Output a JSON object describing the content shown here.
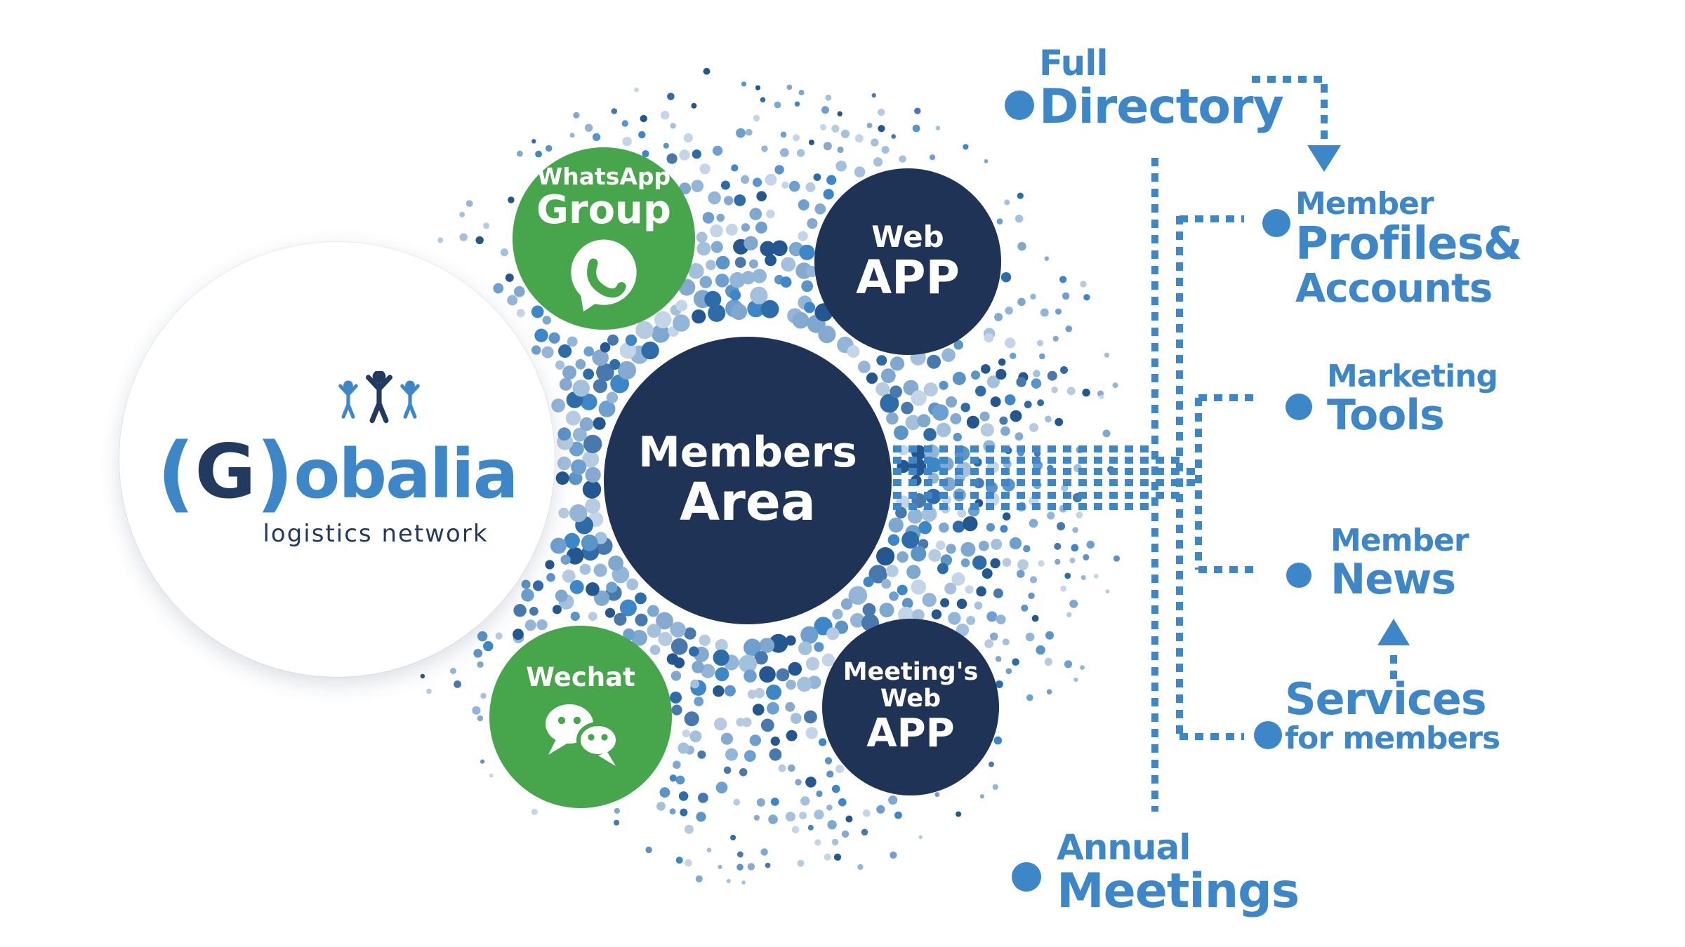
{
  "logo": {
    "paren_open": "(",
    "initial": "G",
    "paren_close": ")",
    "name_rest": "obalia",
    "tagline": "logistics network"
  },
  "hub": {
    "line1": "Members",
    "line2": "Area"
  },
  "satellites": {
    "whatsapp": {
      "line1": "WhatsApp",
      "line2": "Group"
    },
    "webapp": {
      "line1": "Web",
      "line2": "APP"
    },
    "wechat": {
      "line1": "Wechat"
    },
    "meetings_webapp": {
      "line1": "Meeting's",
      "line2": "Web",
      "line3": "APP"
    }
  },
  "features": {
    "full_directory": {
      "line1": "Full",
      "line2": "Directory"
    },
    "member_profiles": {
      "line1": "Member",
      "line2": "Profiles&",
      "line3": "Accounts"
    },
    "marketing_tools": {
      "line1": "Marketing",
      "line2": "Tools"
    },
    "member_news": {
      "line1": "Member",
      "line2": "News"
    },
    "services": {
      "line1": "Services",
      "line2": "for members"
    },
    "annual_meetings": {
      "line1": "Annual",
      "line2": "Meetings"
    }
  },
  "colors": {
    "accent_blue": "#3d86c7",
    "navy": "#1f3356",
    "green": "#47a54b",
    "logo_navy": "#223a5e",
    "halo_palette": [
      "#2d6ca8",
      "#3d86c7",
      "#5b94c6",
      "#7fa8cf",
      "#a3c0dc",
      "#c3d5e7",
      "#24578f",
      "#6d9fd0",
      "#93b5d8",
      "#4978ad",
      "#85a9cf",
      "#b7cbe0"
    ]
  }
}
